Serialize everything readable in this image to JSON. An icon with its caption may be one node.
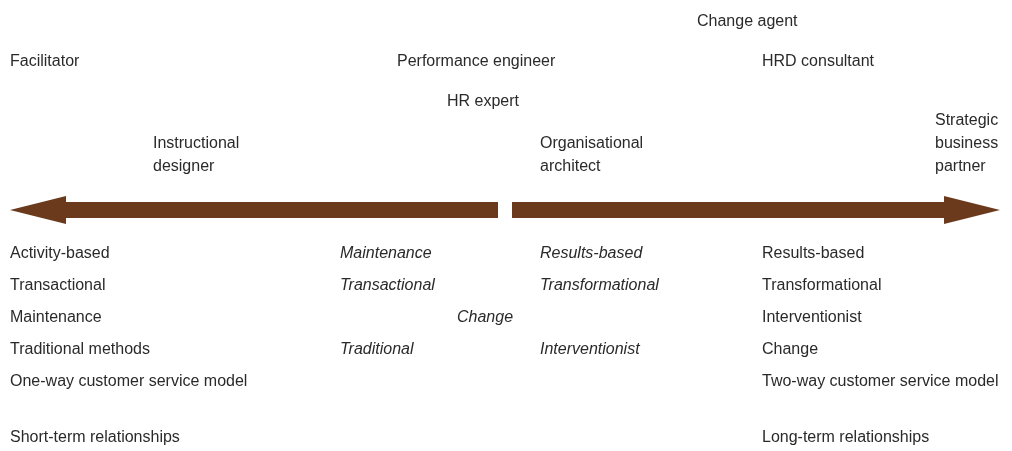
{
  "diagram": {
    "labels": [
      "Change agent",
      "Facilitator",
      "Performance engineer",
      "HRD consultant",
      "HR expert",
      "Instructional designer",
      "Organisational architect",
      "Strategic business partner",
      "Activity-based",
      "Transactional",
      "Maintenance",
      "Traditional methods",
      "One-way customer service model",
      "Short-term relationships",
      "Maintenance",
      "Transactional",
      "Traditional",
      "Change",
      "Results-based",
      "Transformational",
      "Interventionist",
      "Results-based",
      "Transformational",
      "Interventionist",
      "Change",
      "Two-way customer service model",
      "Long-term relationships"
    ]
  }
}
